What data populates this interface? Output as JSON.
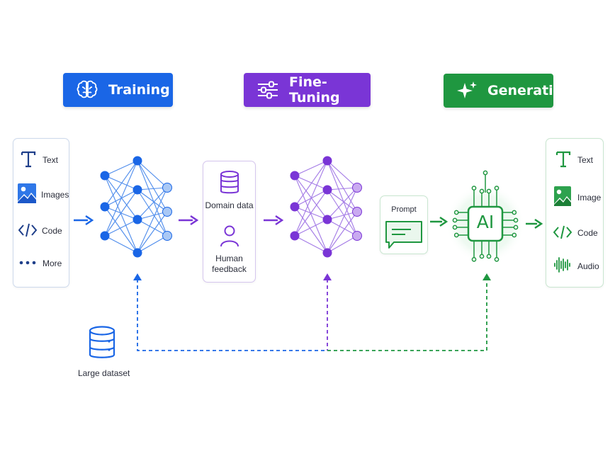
{
  "stages": {
    "training": {
      "label": "Training",
      "color": "#1a66e6",
      "icon": "brain-icon"
    },
    "fine_tuning": {
      "label": "Fine-Tuning",
      "color": "#7a35d6",
      "icon": "sliders-icon"
    },
    "generation": {
      "label": "Generation",
      "color": "#1f9740",
      "icon": "sparkle-icon"
    }
  },
  "input_panel": {
    "items": [
      {
        "label": "Text",
        "icon": "text-icon"
      },
      {
        "label": "Images",
        "icon": "image-icon"
      },
      {
        "label": "Code",
        "icon": "code-icon"
      },
      {
        "label": "More",
        "icon": "more-icon"
      }
    ]
  },
  "finetune_panel": {
    "domain_data": "Domain data",
    "human_feedback": "Human\nfeedback"
  },
  "prompt_box": {
    "label": "Prompt"
  },
  "ai_chip": {
    "label": "AI"
  },
  "output_panel": {
    "items": [
      {
        "label": "Text",
        "icon": "text-icon"
      },
      {
        "label": "Image",
        "icon": "image-icon"
      },
      {
        "label": "Code",
        "icon": "code-icon"
      },
      {
        "label": "Audio",
        "icon": "audio-wave-icon"
      }
    ]
  },
  "dataset": {
    "label": "Large dataset"
  },
  "colors": {
    "blue": "#1a66e6",
    "blue_light": "#a9c8f5",
    "purple": "#7a35d6",
    "purple_light": "#c9a9f0",
    "green": "#1f9740",
    "panel_border": "#cdd9ec"
  }
}
